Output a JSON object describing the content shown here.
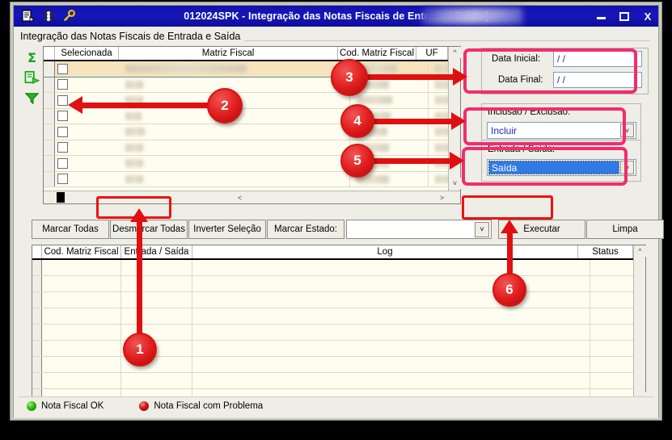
{
  "window": {
    "title": "012024SPK - Integração das Notas Fiscais de Entrada / Saída (",
    "icons": [
      "report-icon",
      "traffic-light-icon",
      "key-icon"
    ],
    "controls": {
      "minimize": "minimize-icon",
      "maximize": "maximize-icon",
      "close": "X"
    }
  },
  "group": {
    "title": "Integração das Notas Fiscais de Entrada e Saída"
  },
  "left_strip": {
    "icons": [
      "sum-sigma-icon",
      "export-grid-icon",
      "filter-funnel-icon"
    ]
  },
  "grid_top": {
    "columns": [
      "Selecionada",
      "Matriz Fiscal",
      "Cod. Matriz Fiscal",
      "UF"
    ],
    "rows": [
      {
        "selected": true,
        "checked": false
      },
      {
        "selected": false,
        "checked": false
      },
      {
        "selected": false,
        "checked": false
      },
      {
        "selected": false,
        "checked": false
      },
      {
        "selected": false,
        "checked": false
      },
      {
        "selected": false,
        "checked": false
      },
      {
        "selected": false,
        "checked": false
      },
      {
        "selected": false,
        "checked": false
      }
    ]
  },
  "filters": {
    "data_inicial_label": "Data Inicial:",
    "data_inicial_value": "/ /",
    "data_final_label": "Data Final:",
    "data_final_value": "/ /",
    "inclusao_label": "Inclusão / Exclusão:",
    "inclusao_value": "Incluir",
    "entrada_label": "Entrada / Saída:",
    "entrada_value": "Saída"
  },
  "toolbar": {
    "marcar_todas": "Marcar Todas",
    "desmarcar_todas": "Desmarcar Todas",
    "inverter_selecao": "Inverter Seleção",
    "marcar_estado": "Marcar Estado:",
    "estado_value": "",
    "executar": "Executar",
    "limpa": "Limpa"
  },
  "grid_log": {
    "columns": [
      "Cod. Matriz Fiscal",
      "Entrada / Saída",
      "Log",
      "Status"
    ],
    "rows": []
  },
  "statusbar": {
    "ok_label": "Nota Fiscal OK",
    "problem_label": "Nota Fiscal com Problema",
    "ok_color": "#34b914",
    "problem_color": "#cf1414"
  },
  "annotations": {
    "badges": [
      {
        "n": "1"
      },
      {
        "n": "2"
      },
      {
        "n": "3"
      },
      {
        "n": "4"
      },
      {
        "n": "5"
      },
      {
        "n": "6"
      }
    ],
    "accent_pink": "#f32c6e",
    "accent_red": "#e01010"
  }
}
